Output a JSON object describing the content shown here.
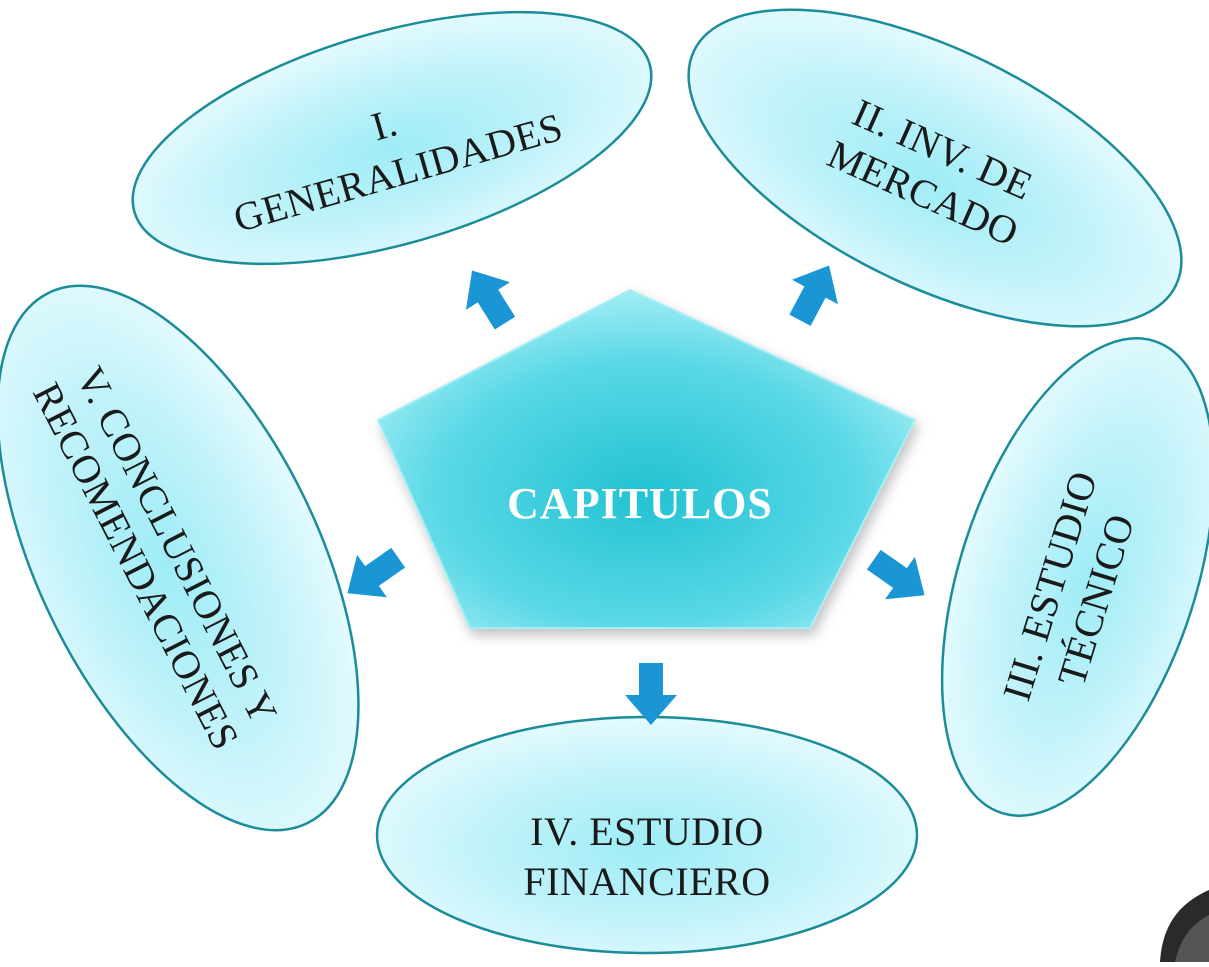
{
  "diagram": {
    "center": {
      "label": "CAPITULOS"
    },
    "chapters": [
      {
        "key": "generalidades",
        "line1": "I.",
        "line2": "GENERALIDADES"
      },
      {
        "key": "mercado",
        "line1": "II.   INV. DE",
        "line2": "MERCADO"
      },
      {
        "key": "tecnico",
        "line1": "III. ESTUDIO",
        "line2": "TÉCNICO"
      },
      {
        "key": "financiero",
        "line1": "IV. ESTUDIO",
        "line2": "FINANCIERO"
      },
      {
        "key": "conclusiones",
        "line1": "V. CONCLUSIONES Y",
        "line2": "RECOMENDACIONES"
      }
    ]
  },
  "colors": {
    "ellipse_fill_light": "#eafcff",
    "ellipse_fill_dark": "#9eecf6",
    "ellipse_stroke": "#1b8c99",
    "pentagon_light": "#b4f2f8",
    "pentagon_dark": "#22c2d2",
    "arrow": "#1a96d4"
  }
}
